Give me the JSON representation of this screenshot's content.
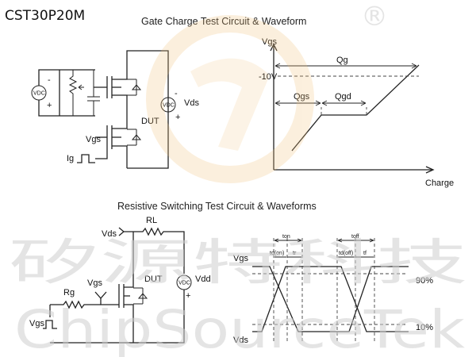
{
  "part_number": "CST30P20M",
  "gate_charge": {
    "title": "Gate Charge Test Circuit & Waveform",
    "vdc_label": "VDC",
    "minus": "-",
    "plus": "+",
    "vds_label": "Vds",
    "dut_label": "DUT",
    "vgs_label": "Vgs",
    "ig_label": "Ig",
    "waveform": {
      "y_axis_label": "Vgs",
      "x_axis_label": "Charge",
      "level_label": "-10V",
      "qg_label": "Qg",
      "qgs_label": "Qgs",
      "qgd_label": "Qgd"
    }
  },
  "switching": {
    "title": "Resistive Switching Test Circuit & Waveforms",
    "vds_label": "Vds",
    "rl_label": "RL",
    "vgs_label": "Vgs",
    "dut_label": "DUT",
    "rg_label": "Rg",
    "vdc_label": "VDC",
    "vdd_label": "Vdd",
    "vgs_pulse_label": "Vgs",
    "plus": "+",
    "waveform": {
      "vgs_label": "Vgs",
      "vds_label": "Vds",
      "pct_90": "90%",
      "pct_10": "10%",
      "ton": "ton",
      "toff": "toff",
      "td_on": "td(on)",
      "tr": "tr",
      "td_off": "td(off)",
      "tf": "tf"
    }
  },
  "watermark": {
    "chinese": "矽源特科技",
    "latin": "ChipSourceTek",
    "registered": "®"
  }
}
